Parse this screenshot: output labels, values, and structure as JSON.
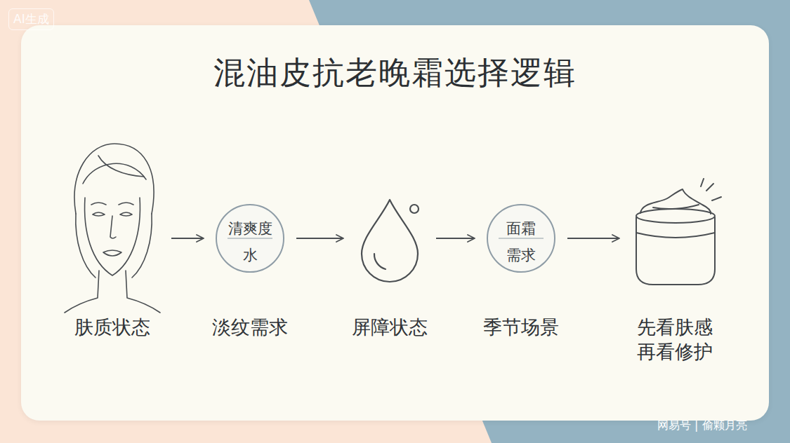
{
  "diagram": {
    "title": "混油皮抗老晚霜选择逻辑",
    "nodes": [
      {
        "text": [
          "肤质状态"
        ]
      },
      {
        "text": [
          "清爽度",
          "水",
          "淡纹需求"
        ]
      },
      {
        "text": [
          "屏障状态"
        ]
      },
      {
        "text": [
          "面霜",
          "需求",
          "季节场景"
        ]
      },
      {
        "text": [
          "先看肤感 再看修护"
        ]
      }
    ],
    "edges": [
      {
        "from": 0,
        "to": 1,
        "arrow": "to"
      },
      {
        "from": 1,
        "to": 2,
        "arrow": "to"
      },
      {
        "from": 2,
        "to": 3,
        "arrow": "to"
      },
      {
        "from": 3,
        "to": 4,
        "arrow": "to"
      }
    ],
    "labels": [
      "AI生成",
      "网易号 | 偷颗月亮"
    ]
  }
}
